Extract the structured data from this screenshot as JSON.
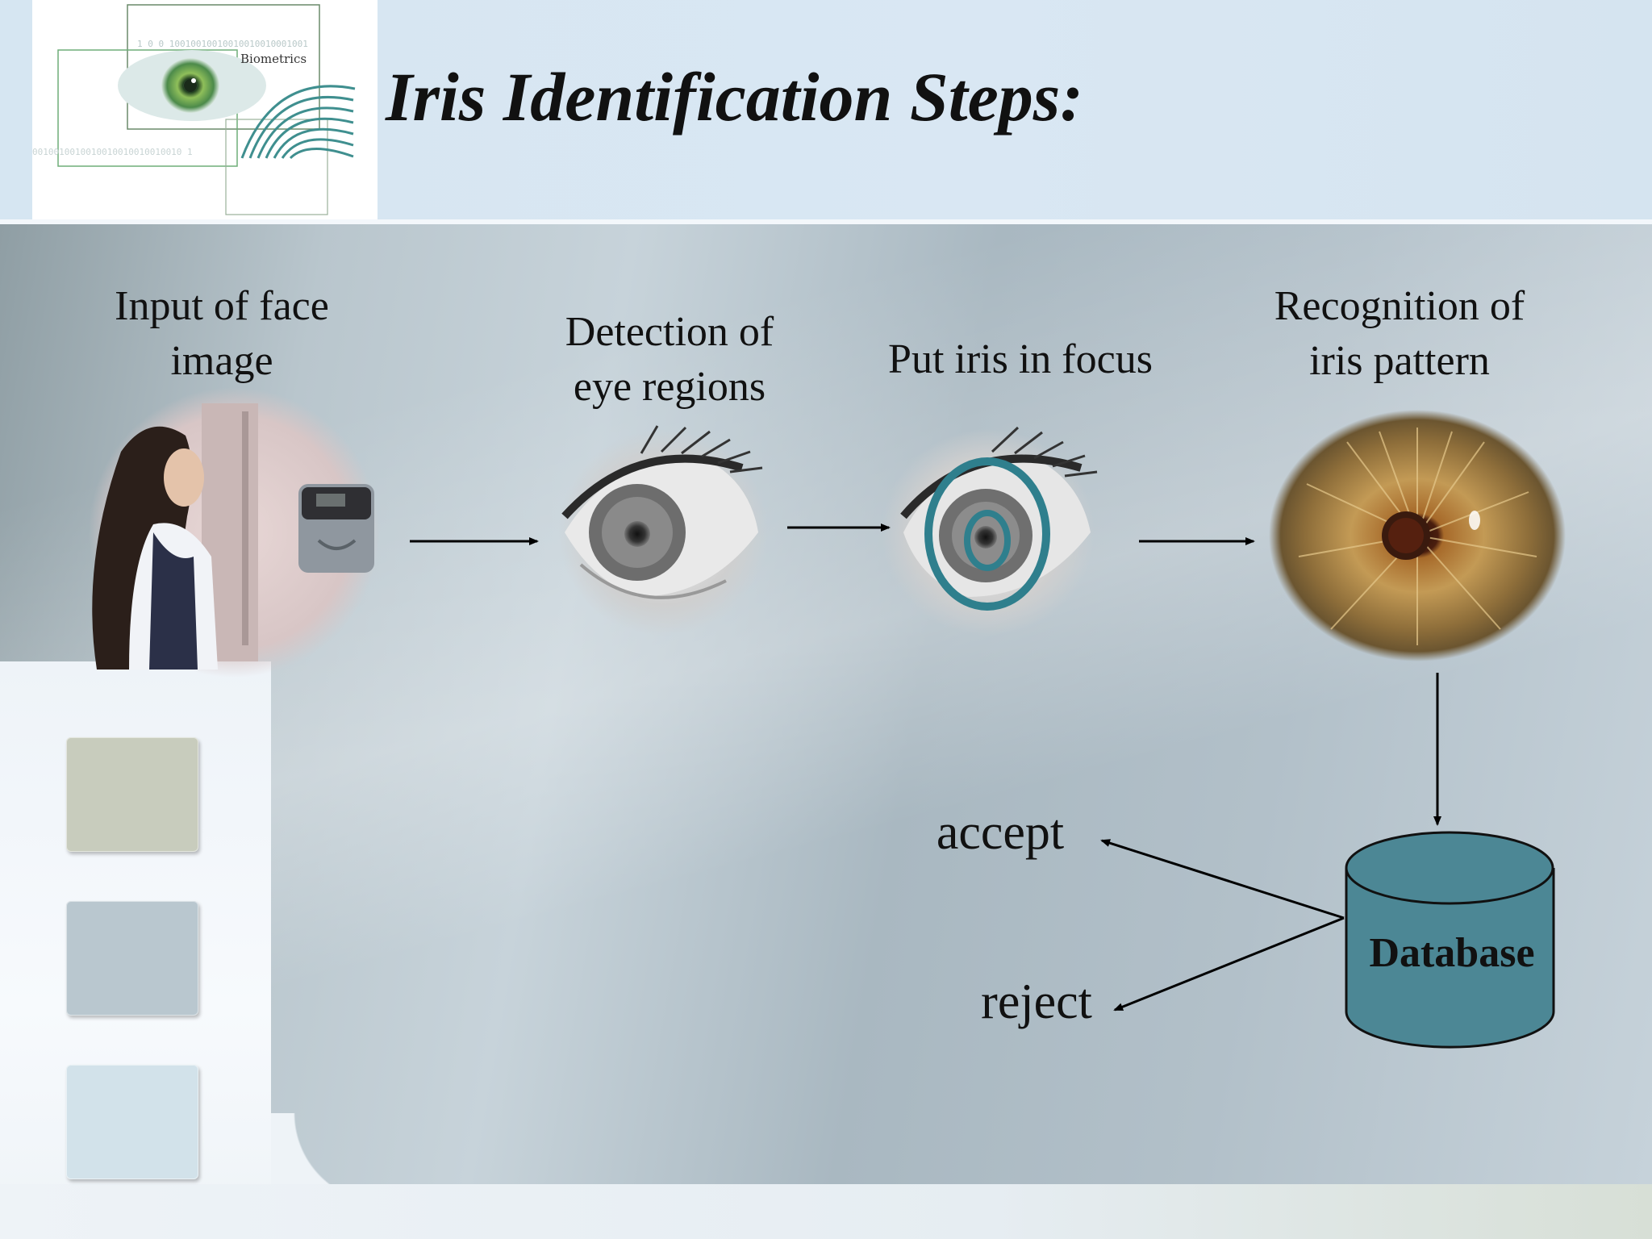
{
  "slide": {
    "title": "Iris Identification Steps:",
    "logo_text": "Biometrics"
  },
  "steps": [
    {
      "label_line1": "Input of face",
      "label_line2": "image",
      "image": "woman-at-scanner-photo"
    },
    {
      "label_line1": "Detection of",
      "label_line2": "eye regions",
      "image": "grayscale-eye-photo"
    },
    {
      "label_line1": "Put iris in focus",
      "label_line2": "",
      "image": "eye-with-focus-rings-photo"
    },
    {
      "label_line1": "Recognition of",
      "label_line2": "iris pattern",
      "image": "iris-closeup-photo"
    }
  ],
  "database": {
    "label": "Database",
    "color": "#4c8795"
  },
  "outcomes": {
    "accept": "accept",
    "reject": "reject"
  },
  "colors": {
    "focus_ring": "#2f7f8d",
    "header_bg": "#d6e6f2"
  }
}
